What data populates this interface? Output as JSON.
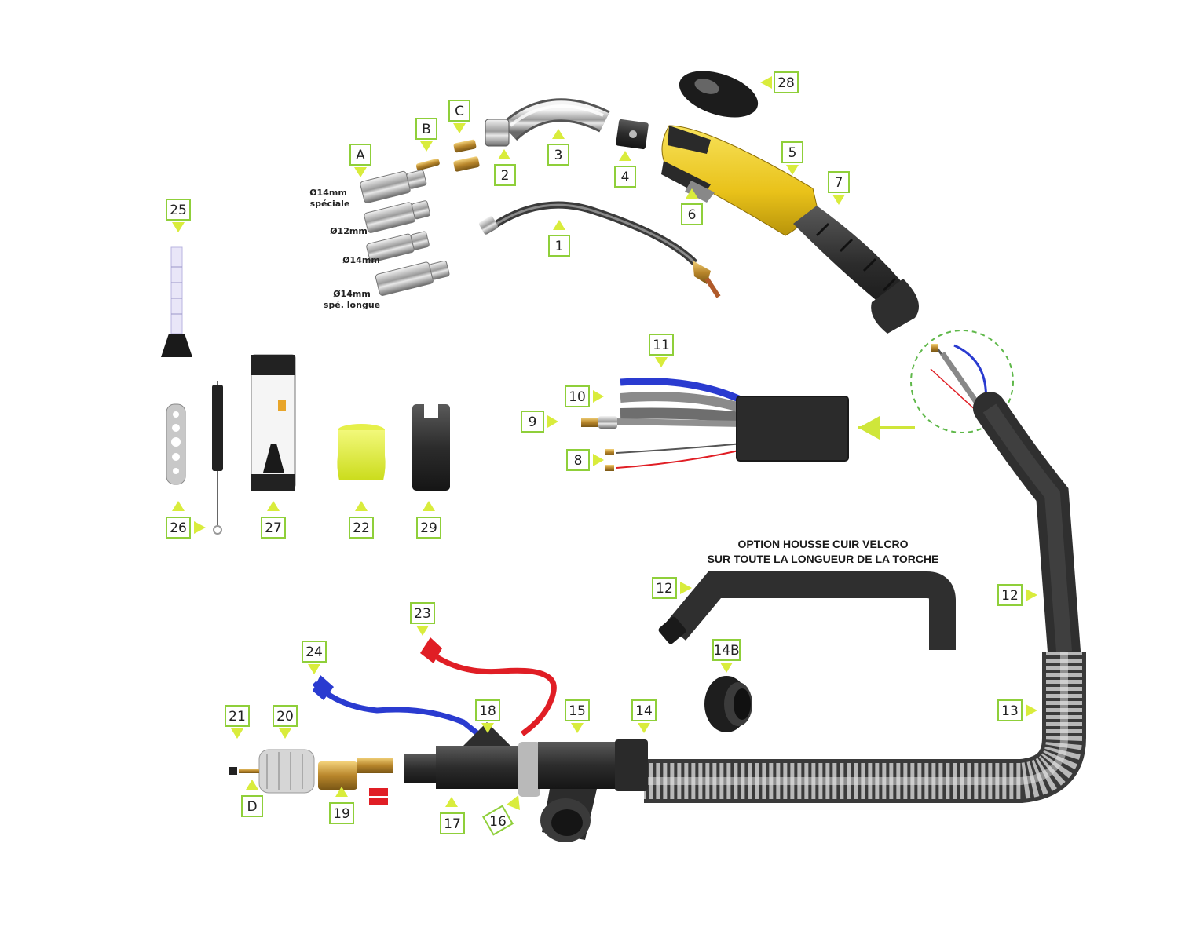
{
  "colors": {
    "callout_border": "#8fcf3a",
    "arrow": "#d9ec3c",
    "handle_yellow": "#f0cf1a",
    "hose_dark": "#3a3a3a",
    "water_blue": "#2a3bd0",
    "water_red": "#e01e25"
  },
  "option_note": {
    "line1": "OPTION HOUSSE CUIR VELCRO",
    "line2": "SUR TOUTE LA LONGUEUR DE LA TORCHE"
  },
  "nozzle_captions": {
    "a1": "Ø14mm",
    "a2": "spéciale",
    "b": "Ø12mm",
    "c": "Ø14mm",
    "d1": "Ø14mm",
    "d2": "spé. longue"
  },
  "callouts": {
    "A": "A",
    "B": "B",
    "C": "C",
    "D": "D",
    "n1": "1",
    "n2": "2",
    "n3": "3",
    "n4": "4",
    "n5": "5",
    "n6": "6",
    "n7": "7",
    "n8": "8",
    "n9": "9",
    "n10": "10",
    "n11": "11",
    "n12a": "12",
    "n12b": "12",
    "n13": "13",
    "n14": "14",
    "n14b": "14B",
    "n15": "15",
    "n16": "16",
    "n17": "17",
    "n18": "18",
    "n19": "19",
    "n20": "20",
    "n21": "21",
    "n22": "22",
    "n23": "23",
    "n24": "24",
    "n25": "25",
    "n26": "26",
    "n27": "27",
    "n28": "28",
    "n29": "29"
  }
}
